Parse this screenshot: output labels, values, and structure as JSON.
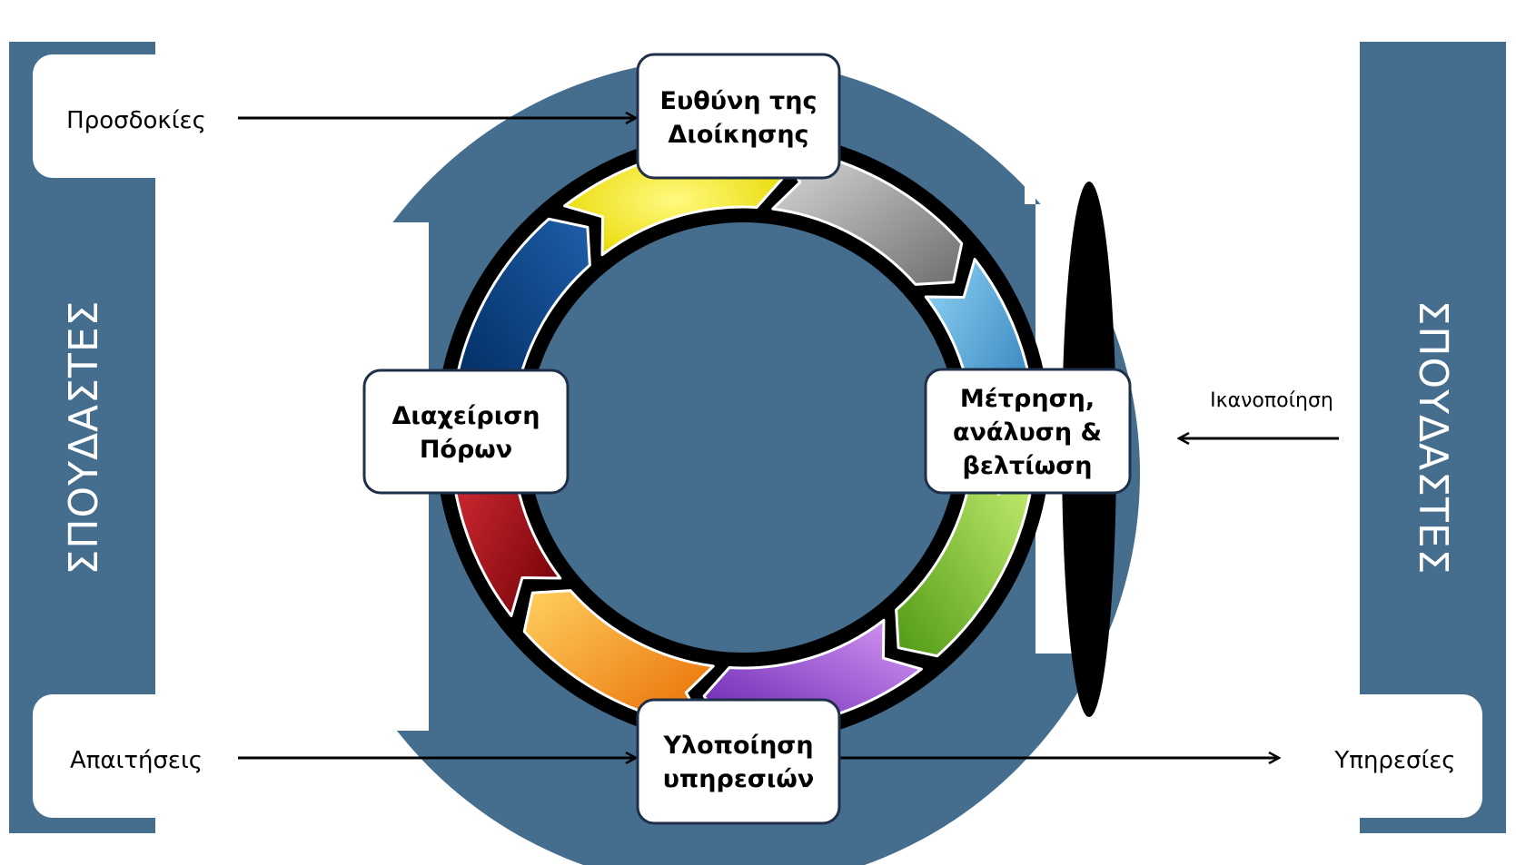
{
  "left_bar": {
    "label": "ΣΠΟΥΔΑΣΤΕΣ"
  },
  "right_bar": {
    "label": "ΣΠΟΥΔΑΣΤΕΣ"
  },
  "inputs": {
    "top_left": "Προσδοκίες",
    "bottom_left": "Απαιτήσεις"
  },
  "outputs": {
    "bottom_right": "Υπηρεσίες",
    "satisfaction": "Ικανοποίηση"
  },
  "process_boxes": {
    "top": [
      "Ευθύνη της",
      "Διοίκησης"
    ],
    "left": [
      "Διαχείριση",
      "Πόρων"
    ],
    "right": [
      "Μέτρηση,",
      "ανάλυση &",
      "βελτίωση"
    ],
    "bottom": [
      "Υλοποίηση",
      "υπηρεσιών"
    ]
  },
  "colors": {
    "steel_blue": "#456d8e",
    "segment_yellow": "#f5e800",
    "segment_gray": "#9a9a9a",
    "segment_lightblue": "#4aa3d8",
    "segment_green": "#8ccc3a",
    "segment_purple": "#9b4fd8",
    "segment_orange": "#f59a10",
    "segment_red": "#c0111b",
    "segment_navy": "#0a3a78"
  }
}
